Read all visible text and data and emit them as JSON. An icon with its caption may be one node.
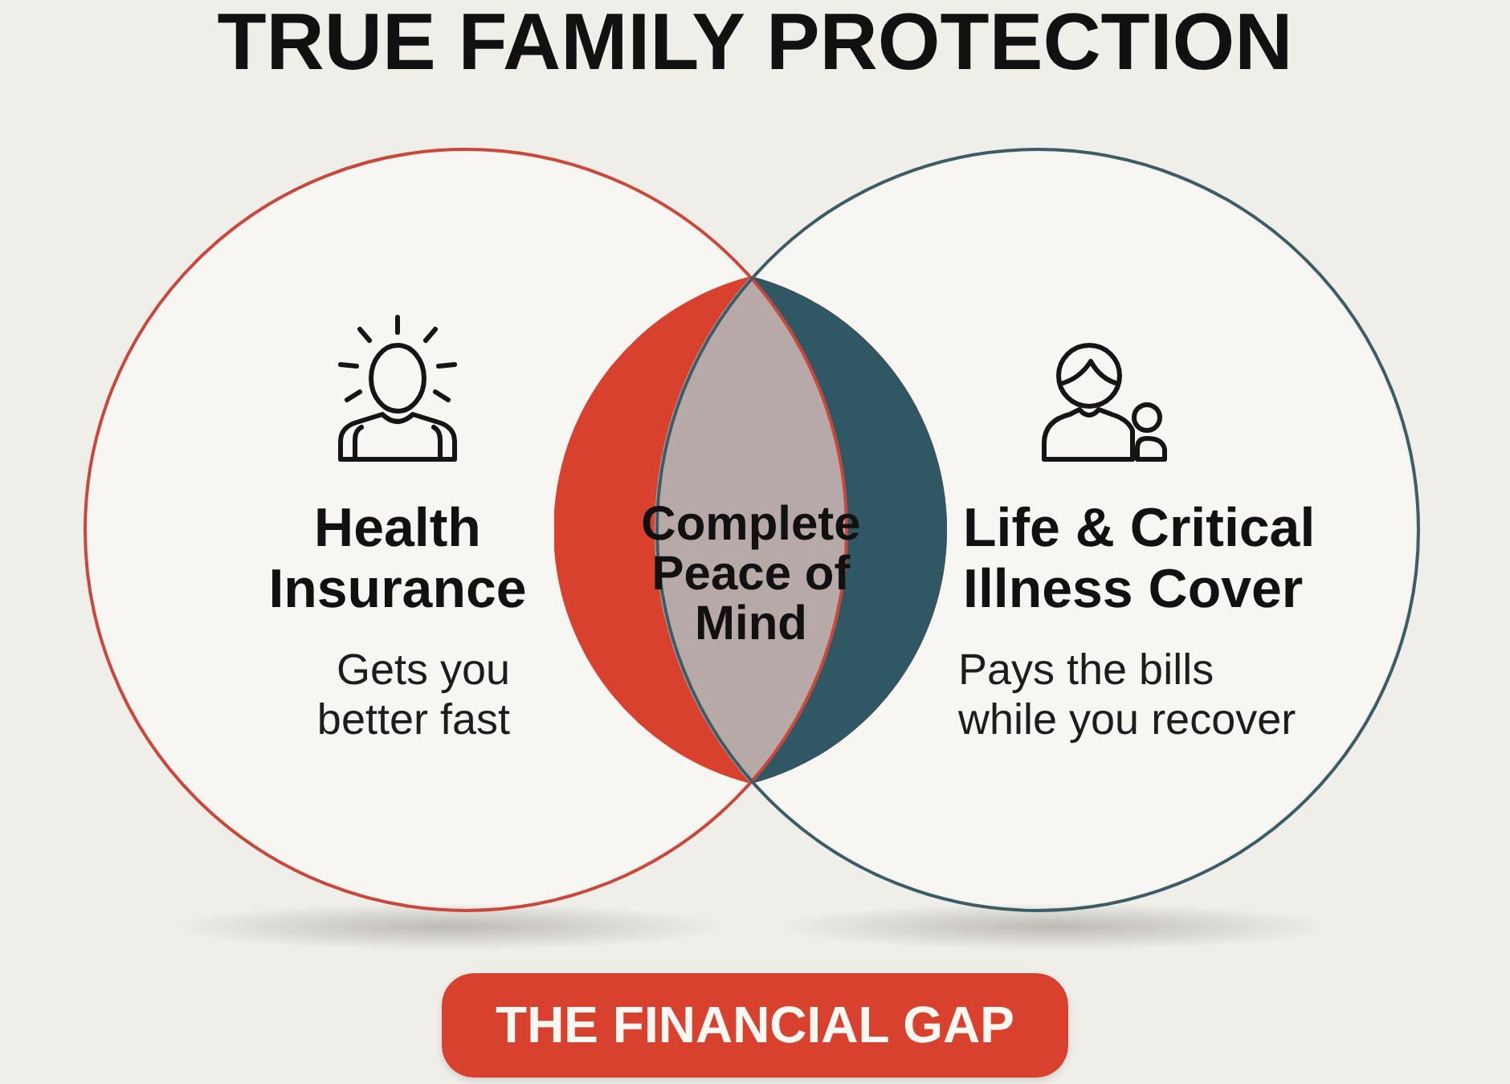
{
  "diagram": {
    "title": "TRUE FAMILY PROTECTION",
    "nodes": [
      {
        "text": [
          "Health Insurance",
          "Gets you better fast"
        ]
      },
      {
        "text": [
          "Complete Peace of Mind"
        ]
      },
      {
        "text": [
          "Life & Critical Illness Cover",
          "Pays the bills while you recover"
        ]
      },
      {
        "text": [
          "THE FINANCIAL GAP"
        ]
      }
    ]
  }
}
